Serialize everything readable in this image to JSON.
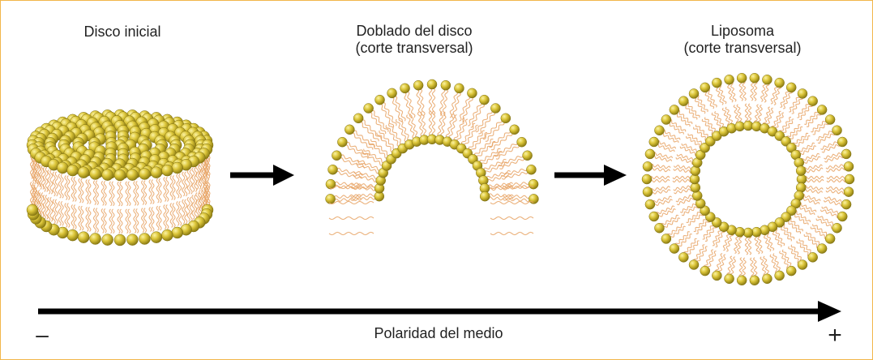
{
  "stages": [
    {
      "title": "Disco inicial",
      "subtitle": ""
    },
    {
      "title": "Doblado del disco",
      "subtitle": "(corte transversal)"
    },
    {
      "title": "Liposoma",
      "subtitle": "(corte transversal)"
    }
  ],
  "axis": {
    "title": "Polaridad del medio",
    "low_label": "–",
    "high_label": "+"
  },
  "colors": {
    "border": "#f2b64a",
    "head": "#c9b32a",
    "head_light": "#f4e67a",
    "tail": "#e8a566",
    "arrow": "#000000"
  }
}
